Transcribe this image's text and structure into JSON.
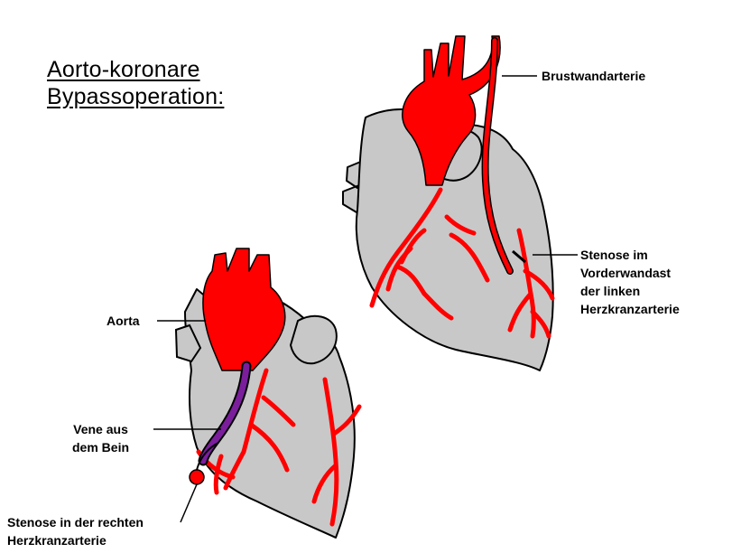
{
  "title": {
    "line1": "Aorto-koronare",
    "line2": "Bypassoperation:"
  },
  "labels": {
    "brustwandarterie": "Brustwandarterie",
    "stenose_links": [
      "Stenose im",
      "Vorderwandast",
      "der linken",
      "Herzkranzarterie"
    ],
    "aorta": "Aorta",
    "vene": [
      "Vene aus",
      "dem Bein"
    ],
    "stenose_rechts": [
      "Stenose in der rechten",
      "Herzkranzarterie"
    ]
  },
  "colors": {
    "heart_fill": "#c8c8c8",
    "artery_red": "#ff0000",
    "vein_purple": "#7a1e9c",
    "outline": "#000000"
  }
}
